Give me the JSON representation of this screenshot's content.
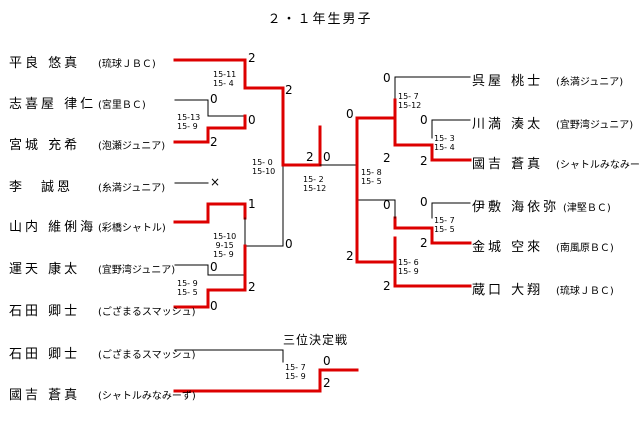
{
  "title": "２・１年生男子",
  "third_place": {
    "label": "三位決定戦"
  },
  "left_players": [
    {
      "name": "平良 悠真",
      "club": "(琉球ＪＢＣ)"
    },
    {
      "name": "志喜屋 律仁",
      "club": "(宮里ＢＣ)"
    },
    {
      "name": "宮城 充希",
      "club": "(泡瀬ジュニア)"
    },
    {
      "name": "李　誠恩",
      "club": "(糸満ジュニア)"
    },
    {
      "name": "山内 維俐海",
      "club": "(彩橋シャトル)"
    },
    {
      "name": "運天 康太",
      "club": "(宜野湾ジュニア)"
    },
    {
      "name": "石田 卿士",
      "club": "(ござまるスマッシュ)"
    }
  ],
  "right_players": [
    {
      "name": "呉屋 桃士",
      "club": "(糸満ジュニア)"
    },
    {
      "name": "川満 湊太",
      "club": "(宜野湾ジュニア)"
    },
    {
      "name": "國吉 蒼真",
      "club": "(シャトルみなみーず)"
    },
    {
      "name": "伊敷 海依弥",
      "club": "(津堅ＢＣ)"
    },
    {
      "name": "金城 空來",
      "club": "(南風原ＢＣ)"
    },
    {
      "name": "蔵口 大翔",
      "club": "(琉球ＪＢＣ)"
    }
  ],
  "third_players": [
    {
      "name": "石田 卿士",
      "club": "(ござまるスマッシュ)"
    },
    {
      "name": "國吉 蒼真",
      "club": "(シャトルみなみーず)"
    }
  ],
  "scores": {
    "l1": "15-11\n15- 4",
    "l2": "15-13\n15- 9",
    "l3": "15- 0\n15-10",
    "l4": "15-10\n 9-15\n15- 9",
    "l5": "15- 9\n15- 5",
    "final": "15- 2\n15-12",
    "r1": "15- 7\n15-12",
    "r2": "15- 3\n15- 4",
    "r3": "15- 8\n15- 5",
    "r4": "15- 7\n15- 5",
    "r5": "15- 6\n15- 9",
    "third": "15- 7\n15- 9"
  },
  "results": {
    "l1_top": "2",
    "l1_bot": "0",
    "l2_top": "0",
    "l2_bot": "2",
    "bye_x": "×",
    "l4_top": "1",
    "l4_bot": "0",
    "l5_top": "0",
    "l5_bot": "2",
    "l_semi_top": "2",
    "l_semi_bot": "0",
    "final_left": "2",
    "final_right": "0",
    "r1_top": "0",
    "r1_bot": "2",
    "r2_top": "0",
    "r2_bot": "2",
    "r3_top": "0",
    "r3_bot": "2",
    "r4_top": "0",
    "r4_bot": "2",
    "r_semi_top": "0",
    "r_semi_bot": "2",
    "third_top": "0",
    "third_bot": "2"
  },
  "colors": {
    "win_line": "#dd0000",
    "line": "#000000"
  }
}
